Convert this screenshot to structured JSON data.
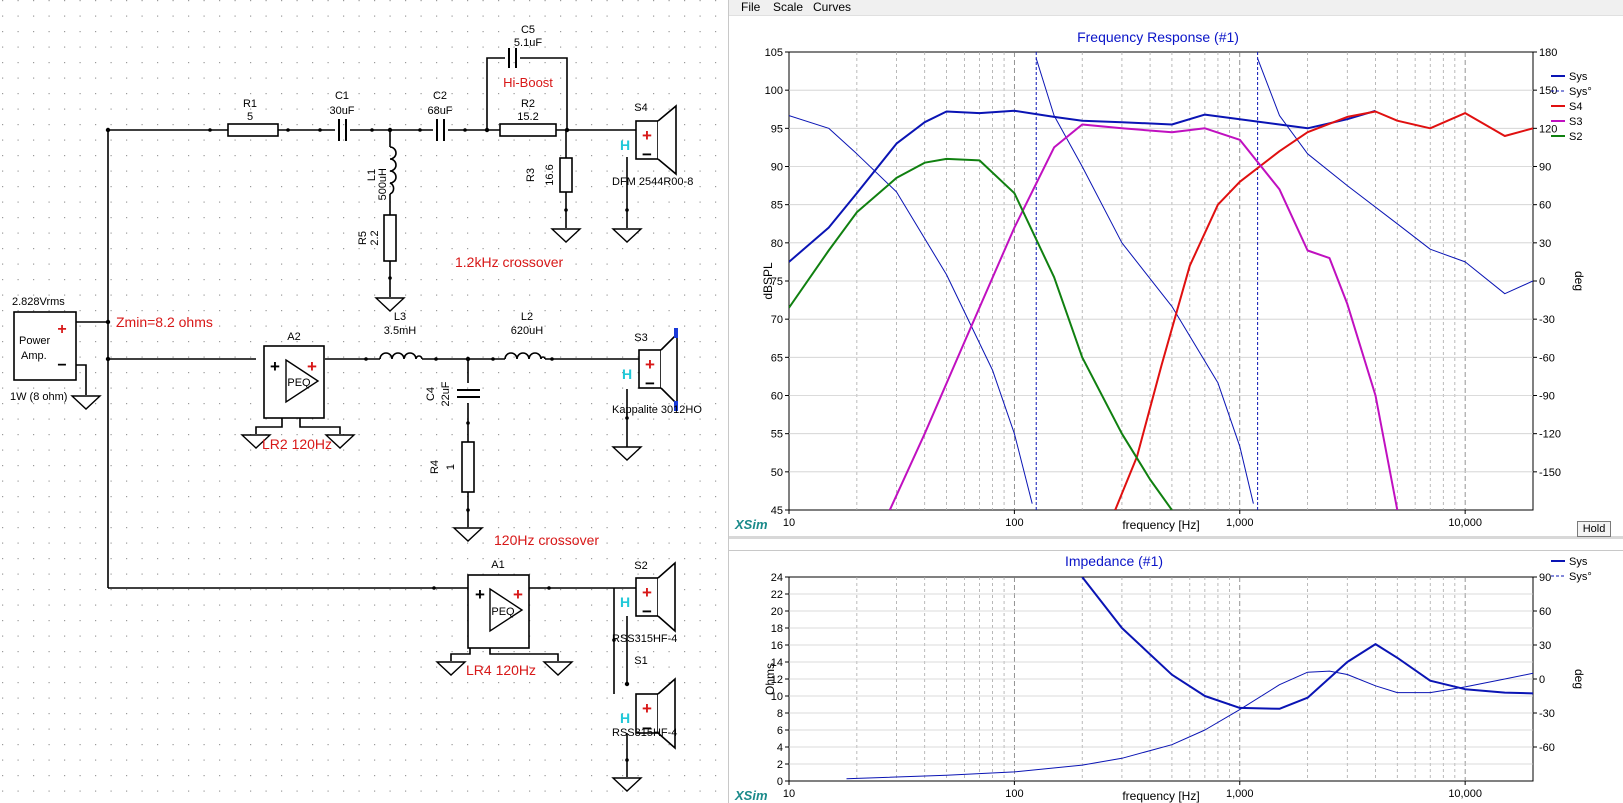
{
  "menu": {
    "file": "File",
    "scale": "Scale",
    "curves": "Curves"
  },
  "schematic": {
    "labels": {
      "c5_name": "C5",
      "c5_value": "5.1uF",
      "hiboost": "Hi-Boost",
      "r1_name": "R1",
      "r1_value": "5",
      "c1_name": "C1",
      "c1_value": "30uF",
      "c2_name": "C2",
      "c2_value": "68uF",
      "r2_name": "R2",
      "r2_value": "15.2",
      "s4_name": "S4",
      "s4_model": "DFM 2544R00-8",
      "l1_name": "L1",
      "l1_value": "500uH",
      "r3_name": "R3",
      "r3_value": "16.6",
      "r5_name": "R5",
      "r5_value": "2.2",
      "xover_hi": "1.2kHz crossover",
      "source_value": "2.828Vrms",
      "source_name_1": "Power",
      "source_name_2": "Amp.",
      "source_power": "1W (8 ohm)",
      "zmin": "Zmin=8.2 ohms",
      "a2_name": "A2",
      "l3_name": "L3",
      "l3_value": "3.5mH",
      "l2_name": "L2",
      "l2_value": "620uH",
      "s3_name": "S3",
      "s3_model": "Kappalite 3012HO",
      "peq": "PEQ",
      "c4_name": "C4",
      "c4_value": "22uF",
      "r4_name": "R4",
      "r4_value": "1",
      "lr2": "LR2 120Hz",
      "xover_lo": "120Hz crossover",
      "a1_name": "A1",
      "s2_name": "S2",
      "s2_model": "RSS315HF-4",
      "lr4": "LR4 120Hz",
      "s1_name": "S1",
      "s1_model": "RSS315HF-4",
      "h": "H",
      "plus": "+",
      "minus": "−"
    }
  },
  "fr_plot": {
    "title": "Frequency Response (#1)",
    "xlabel": "frequency [Hz]",
    "ylabel": "dBSPL",
    "y2label": "deg",
    "brand": "XSim",
    "hold": "Hold",
    "xticks": [
      "10",
      "100",
      "1,000",
      "10,000"
    ],
    "yticks": [
      "105",
      "100",
      "95",
      "90",
      "85",
      "80",
      "75",
      "70",
      "65",
      "60",
      "55",
      "50",
      "45"
    ],
    "y2ticks": [
      "180",
      "150",
      "120",
      "90",
      "60",
      "30",
      "0",
      "-30",
      "-60",
      "-90",
      "-120",
      "-150"
    ],
    "legend": [
      "Sys",
      "Sys°",
      "S4",
      "S3",
      "S2"
    ]
  },
  "imp_plot": {
    "title": "Impedance (#1)",
    "xlabel": "frequency [Hz]",
    "ylabel": "Ohms",
    "y2label": "deg",
    "brand": "XSim",
    "xticks": [
      "10",
      "100",
      "1,000",
      "10,000"
    ],
    "yticks": [
      "24",
      "22",
      "20",
      "18",
      "16",
      "14",
      "12",
      "10",
      "8",
      "6",
      "4",
      "2",
      "0"
    ],
    "y2ticks": [
      "90",
      "60",
      "30",
      "0",
      "-30",
      "-60"
    ],
    "legend": [
      "Sys",
      "Sys°"
    ]
  },
  "chart_data": [
    {
      "type": "line",
      "title": "Frequency Response (#1)",
      "xlabel": "frequency [Hz]",
      "ylabel": "dBSPL",
      "y2label": "deg",
      "xscale": "log",
      "xlim": [
        10,
        20000
      ],
      "ylim": [
        45,
        105
      ],
      "y2lim": [
        -180,
        180
      ],
      "grid": true,
      "legend_position": "right",
      "series": [
        {
          "name": "Sys",
          "color": "#0a14b4",
          "axis": "left",
          "x": [
            10,
            15,
            20,
            30,
            40,
            50,
            70,
            100,
            150,
            200,
            300,
            500,
            700,
            1000,
            1500,
            2000,
            3000,
            4000
          ],
          "y": [
            77.5,
            82,
            86.5,
            93,
            95.8,
            97.2,
            97,
            97.3,
            96.5,
            96,
            95.8,
            95.5,
            96.8,
            96.2,
            95.5,
            95,
            96.2,
            97.3
          ]
        },
        {
          "name": "Sys°",
          "color": "#0a14b4",
          "axis": "right",
          "x": [
            10,
            15,
            20,
            30,
            50,
            80,
            100,
            120,
            125,
            150,
            200,
            300,
            500,
            800,
            1000,
            1150,
            1200,
            1500,
            2000,
            3000,
            5000,
            7000,
            10000,
            15000,
            20000
          ],
          "y": [
            130,
            120,
            100,
            70,
            5,
            -70,
            -120,
            -175,
            175,
            130,
            90,
            30,
            -20,
            -80,
            -130,
            -175,
            175,
            130,
            100,
            75,
            45,
            25,
            15,
            -10,
            0
          ]
        },
        {
          "name": "S4",
          "color": "#e01010",
          "axis": "left",
          "x": [
            280,
            350,
            450,
            600,
            800,
            1000,
            1500,
            2000,
            3000,
            4000,
            5000,
            7000,
            10000,
            15000,
            20000
          ],
          "y": [
            45,
            52,
            64,
            77,
            85,
            88,
            92,
            94.5,
            96.5,
            97.2,
            96,
            95,
            97,
            94,
            95
          ]
        },
        {
          "name": "S3",
          "color": "#c010c0",
          "axis": "left",
          "x": [
            28,
            40,
            60,
            100,
            150,
            200,
            300,
            500,
            700,
            1000,
            1500,
            2000,
            2500,
            3000,
            4000,
            5000
          ],
          "y": [
            45,
            55,
            67,
            82,
            92.5,
            95.5,
            95,
            94.5,
            95,
            93.5,
            87,
            79,
            78,
            72,
            60,
            45
          ]
        },
        {
          "name": "S2",
          "color": "#108010",
          "axis": "left",
          "x": [
            10,
            15,
            20,
            30,
            40,
            50,
            70,
            100,
            150,
            200,
            300,
            400,
            500
          ],
          "y": [
            71.5,
            79,
            84,
            88.5,
            90.5,
            91,
            90.8,
            86.5,
            75.5,
            65,
            55,
            49,
            45
          ]
        }
      ]
    },
    {
      "type": "line",
      "title": "Impedance (#1)",
      "xlabel": "frequency [Hz]",
      "ylabel": "Ohms",
      "y2label": "deg",
      "xscale": "log",
      "xlim": [
        10,
        20000
      ],
      "ylim": [
        0,
        24
      ],
      "y2lim": [
        -90,
        90
      ],
      "grid": true,
      "legend_position": "right",
      "series": [
        {
          "name": "Sys",
          "color": "#0a14b4",
          "axis": "left",
          "x": [
            200,
            300,
            500,
            700,
            1000,
            1500,
            2000,
            3000,
            4000,
            5000,
            7000,
            10000,
            15000,
            20000
          ],
          "y": [
            24,
            18,
            12.5,
            10,
            8.6,
            8.5,
            9.8,
            14,
            16.1,
            14.5,
            11.8,
            10.8,
            10.4,
            10.3
          ]
        },
        {
          "name": "Sys°",
          "color": "#0a14b4",
          "axis": "right",
          "x": [
            18,
            50,
            100,
            200,
            300,
            500,
            700,
            1000,
            1500,
            2000,
            2500,
            3000,
            4000,
            5000,
            7000,
            10000,
            15000,
            20000
          ],
          "y": [
            -88,
            -85,
            -82,
            -76,
            -70,
            -58,
            -45,
            -27,
            -5,
            6,
            7,
            4,
            -6,
            -12,
            -12,
            -7,
            0,
            5
          ]
        }
      ]
    }
  ]
}
